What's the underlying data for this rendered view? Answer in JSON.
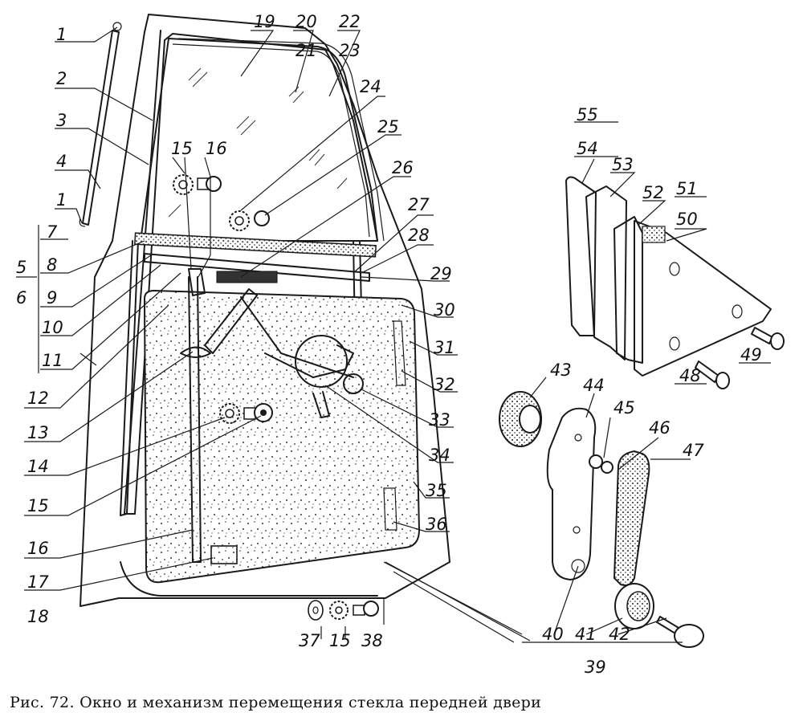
{
  "caption": "Рис. 72. Окно и механизм перемещения стекла передней двери",
  "callouts": {
    "c1a": "1",
    "c2": "2",
    "c3": "3",
    "c4": "4",
    "c1b": "1",
    "c5": "5",
    "c6": "6",
    "c7": "7",
    "c8": "8",
    "c9": "9",
    "c10": "10",
    "c11": "11",
    "c12": "12",
    "c13": "13",
    "c14": "14",
    "c15a": "15",
    "c16a": "16",
    "c15b": "15",
    "c16b": "16",
    "c17": "17",
    "c18": "18",
    "c19": "19",
    "c20": "20",
    "c21": "21",
    "c22": "22",
    "c23": "23",
    "c24": "24",
    "c25": "25",
    "c26": "26",
    "c27": "27",
    "c28": "28",
    "c29": "29",
    "c30": "30",
    "c31": "31",
    "c32": "32",
    "c33": "33",
    "c34": "34",
    "c35": "35",
    "c36": "36",
    "c37": "37",
    "c15c": "15",
    "c38": "38",
    "c39": "39",
    "c40": "40",
    "c41": "41",
    "c42": "42",
    "c43": "43",
    "c44": "44",
    "c45": "45",
    "c46": "46",
    "c47": "47",
    "c48": "48",
    "c49": "49",
    "c50": "50",
    "c51": "51",
    "c52": "52",
    "c53": "53",
    "c54": "54",
    "c55": "55"
  }
}
